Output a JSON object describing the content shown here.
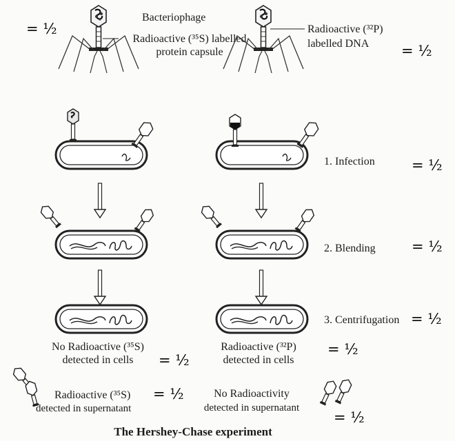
{
  "labels": {
    "bacteriophage": "Bacteriophage",
    "s35_capsule_line1": "Radioactive (³⁵S) labelled",
    "s35_capsule_line2": "protein capsule",
    "p32_dna_line1": "Radioactive (³²P)",
    "p32_dna_line2": "labelled DNA",
    "step_infection": "1. Infection",
    "step_blending": "2. Blending",
    "step_centrifugation": "3. Centrifugation",
    "left_cells_line1": "No Radioactive (³⁵S)",
    "left_cells_line2": "detected in cells",
    "right_cells_line1": "Radioactive (³²P)",
    "right_cells_line2": "detected in cells",
    "left_super_line1": "Radioactive (³⁵S)",
    "left_super_line2": "detected in supernatant",
    "right_super_line1": "No Radioactivity",
    "right_super_line2": "detected in supernatant",
    "caption": "The Hershey-Chase experiment"
  },
  "marks": {
    "top_left": "= ½",
    "p32_dna": "= ½",
    "infection": "= ½",
    "blending": "= ½",
    "centrifugation": "= ½",
    "left_cells": "= ½",
    "right_cells": "= ½",
    "left_super": "= ½",
    "right_super": "= ½"
  }
}
